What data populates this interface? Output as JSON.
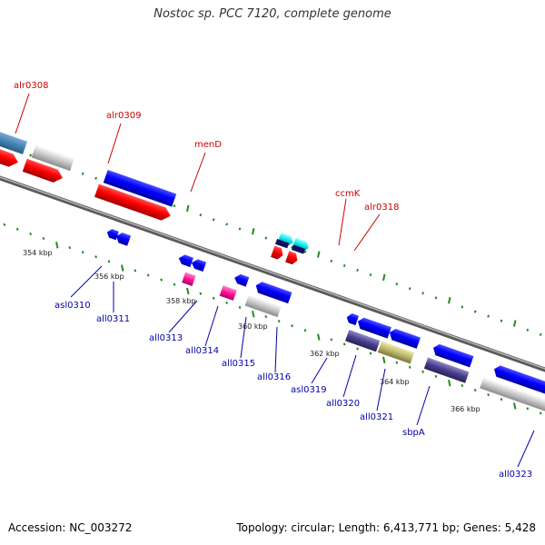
{
  "title": "Nostoc sp. PCC 7120, complete genome",
  "footer": {
    "accession": "Accession: NC_003272",
    "summary": "Topology: circular; Length: 6,413,771 bp; Genes: 5,428"
  },
  "colors": {
    "forward_label": "#cc0000",
    "reverse_label": "#0000aa",
    "backbone": "#808080",
    "tick": "#228b22"
  },
  "axis_labels": [
    "354 kbp",
    "356 kbp",
    "358 kbp",
    "360 kbp",
    "362 kbp",
    "364 kbp",
    "366 kbp"
  ],
  "forward_genes": [
    "alr0308",
    "alr0309",
    "menD",
    "ccmK",
    "alr0318"
  ],
  "reverse_genes": [
    "asl0310",
    "all0311",
    "all0313",
    "all0314",
    "all0315",
    "all0316",
    "asl0319",
    "all0320",
    "all0321",
    "sbpA",
    "all0323"
  ]
}
